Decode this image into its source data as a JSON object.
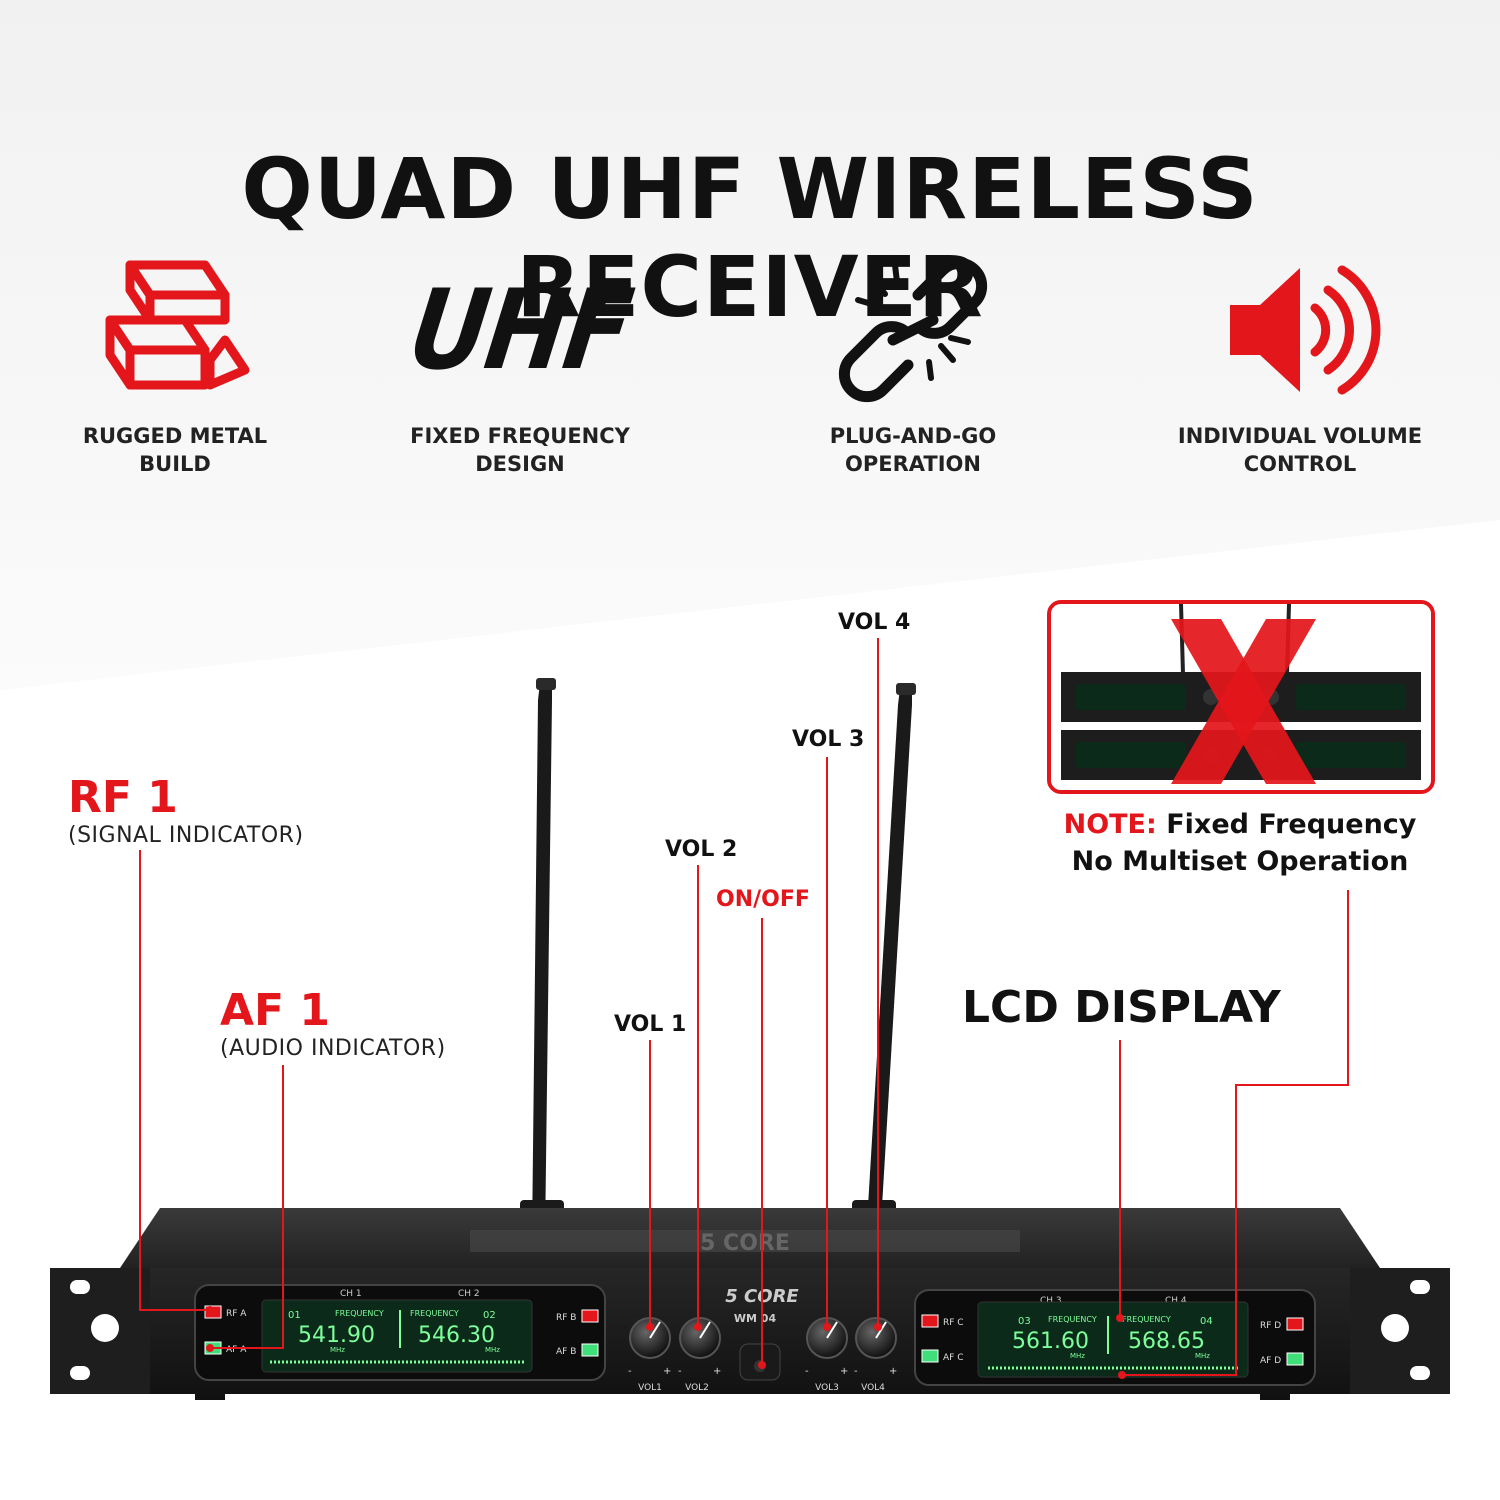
{
  "title": "QUAD UHF WIRELESS RECEIVER",
  "features": [
    {
      "icon": "metal-bars-icon",
      "label": "RUGGED METAL\nBUILD"
    },
    {
      "icon": "uhf-text-icon",
      "icon_text": "UHF",
      "label": "FIXED FREQUENCY\nDESIGN"
    },
    {
      "icon": "broken-link-icon",
      "label": "PLUG-AND-GO\nOPERATION"
    },
    {
      "icon": "speaker-volume-icon",
      "label": "INDIVIDUAL VOLUME\nCONTROL"
    }
  ],
  "callouts": {
    "rf": {
      "title": "RF 1",
      "sub": "(SIGNAL INDICATOR)"
    },
    "af": {
      "title": "AF 1",
      "sub": "(AUDIO INDICATOR)"
    },
    "vol1": "VOL 1",
    "vol2": "VOL 2",
    "vol3": "VOL 3",
    "vol4": "VOL 4",
    "onoff": "ON/OFF",
    "lcd": "LCD DISPLAY"
  },
  "note": {
    "key": "NOTE:",
    "line1": "Fixed Frequency",
    "line2": "No Multiset Operation"
  },
  "device": {
    "brand": "5 CORE",
    "model": "WM 04",
    "top_brand": "5 CORE",
    "left_display": {
      "ch_a": "CH 1",
      "ch_b": "CH 2",
      "num_a": "01",
      "num_b": "02",
      "freq_label": "FREQUENCY",
      "freq_a": "541.90",
      "freq_b": "546.30",
      "unit": "MHz"
    },
    "right_display": {
      "ch_a": "CH 3",
      "ch_b": "CH 4",
      "num_a": "03",
      "num_b": "04",
      "freq_label": "FREQUENCY",
      "freq_a": "561.60",
      "freq_b": "568.65",
      "unit": "MHz"
    },
    "indicators": {
      "rfa": "RF A",
      "afa": "AF A",
      "rfb": "RF B",
      "afb": "AF B",
      "rfc": "RF C",
      "afc": "AF C",
      "rfd": "RF D",
      "afd": "AF D"
    },
    "knobs": [
      "VOL1",
      "VOL2",
      "VOL3",
      "VOL4"
    ],
    "knob_signs": {
      "minus": "-",
      "plus": "+"
    }
  },
  "colors": {
    "accent_red": "#e3161b",
    "lcd_green": "#7dff9a",
    "chassis": "#1c1c1c"
  }
}
